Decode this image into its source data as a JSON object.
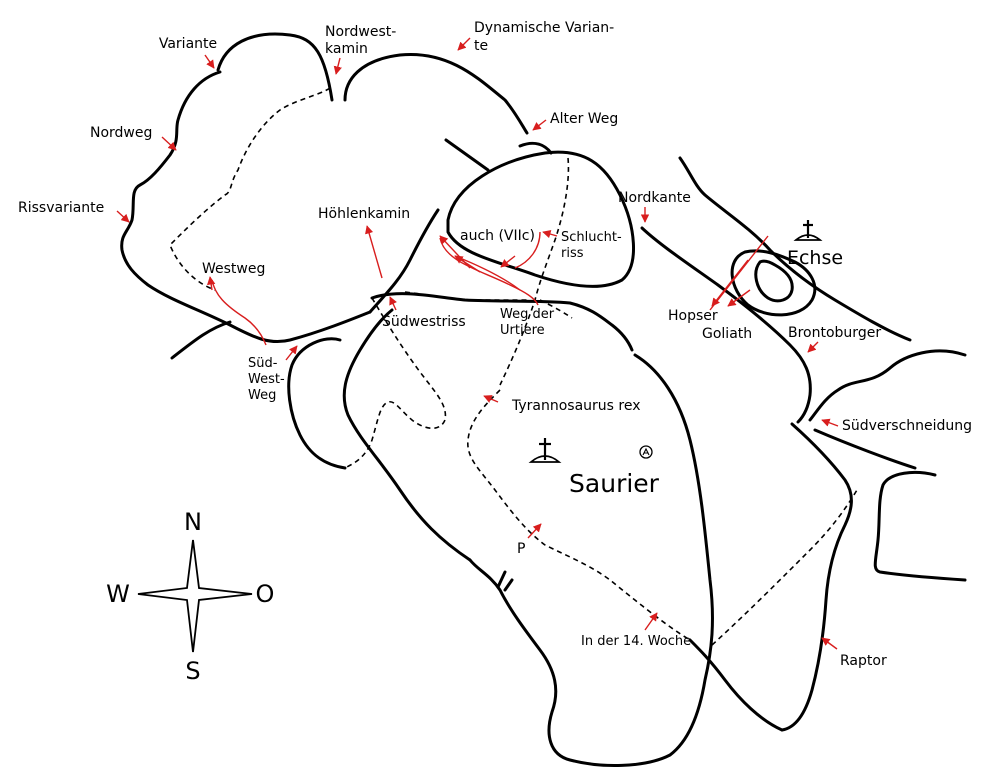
{
  "map": {
    "features": {
      "saurier": "Saurier",
      "echse": "Echse"
    },
    "routes": {
      "variante": "Variante",
      "nordwestkamin_1": "Nordwest-",
      "nordwestkamin_2": "kamin",
      "dynamische_1": "Dynamische Varian-",
      "dynamische_2": "te",
      "alter_weg": "Alter Weg",
      "nordweg": "Nordweg",
      "rissvariante": "Rissvariante",
      "hoehlenkamin": "Höhlenkamin",
      "auch_viic": "auch (VIIc)",
      "schluchtriss_1": "Schlucht-",
      "schluchtriss_2": "riss",
      "nordkante": "Nordkante",
      "westweg": "Westweg",
      "suedwestriss": "Südwestriss",
      "weg_der_urtiere_1": "Weg der",
      "weg_der_urtiere_2": "Urtiere",
      "hopser": "Hopser",
      "goliath": "Goliath",
      "brontoburger": "Brontoburger",
      "sued_west_weg_1": "Süd-",
      "sued_west_weg_2": "West-",
      "sued_west_weg_3": "Weg",
      "tyrannosaurus": "Tyrannosaurus rex",
      "suedverschneidung": "Südverschneidung",
      "p": "P",
      "woche": "In der 14. Woche",
      "raptor": "Raptor"
    },
    "compass": {
      "north": "N",
      "south": "S",
      "west": "W",
      "east": "O"
    },
    "symbols": {
      "summit_cross": "summit-cross-icon",
      "anchor": "abseil-anchor-icon"
    },
    "colors": {
      "outline": "#000000",
      "route_arrow": "#d81e1e"
    }
  }
}
